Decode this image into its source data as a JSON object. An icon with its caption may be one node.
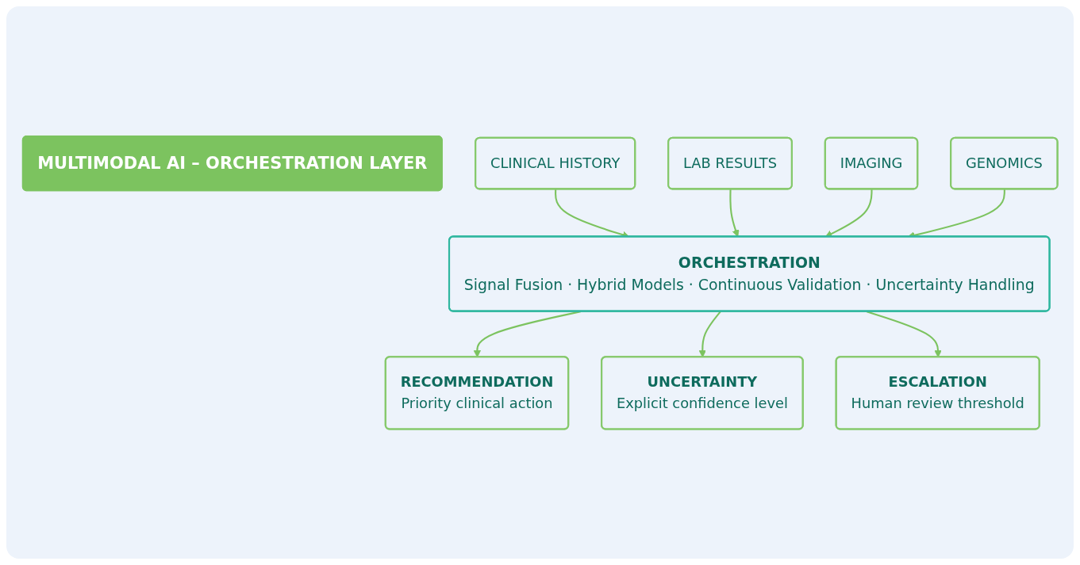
{
  "diagram": {
    "nodes": [
      {
        "text": [
          "MULTIMODAL AI – ORCHESTRATION LAYER"
        ]
      },
      {
        "text": [
          "CLINICAL HISTORY"
        ]
      },
      {
        "text": [
          "LAB RESULTS"
        ]
      },
      {
        "text": [
          "IMAGING"
        ]
      },
      {
        "text": [
          "GENOMICS"
        ]
      },
      {
        "text": [
          "ORCHESTRATION",
          "Signal Fusion · Hybrid Models · Continuous Validation · Uncertainty Handling"
        ]
      },
      {
        "text": [
          "RECOMMENDATION",
          "Priority clinical action"
        ]
      },
      {
        "text": [
          "UNCERTAINTY",
          "Explicit confidence level"
        ]
      },
      {
        "text": [
          "ESCALATION",
          "Human review threshold"
        ]
      }
    ],
    "edges": [
      {
        "from": 1,
        "to": 5,
        "arrow": "to"
      },
      {
        "from": 2,
        "to": 5,
        "arrow": "to"
      },
      {
        "from": 3,
        "to": 5,
        "arrow": "to"
      },
      {
        "from": 4,
        "to": 5,
        "arrow": "to"
      },
      {
        "from": 5,
        "to": 6,
        "arrow": "to"
      },
      {
        "from": 5,
        "to": 7,
        "arrow": "to"
      },
      {
        "from": 5,
        "to": 8,
        "arrow": "to"
      }
    ]
  }
}
